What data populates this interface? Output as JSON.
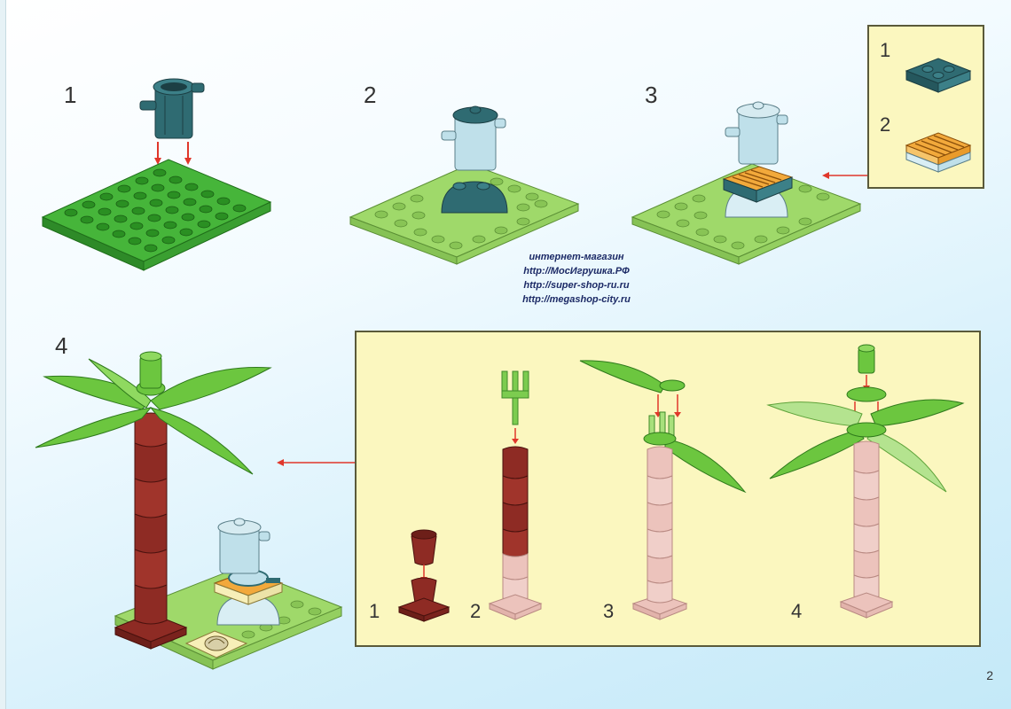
{
  "steps": {
    "s1": "1",
    "s2": "2",
    "s3": "3",
    "s4": "4"
  },
  "inset_top": {
    "n1": "1",
    "n2": "2"
  },
  "inset_bottom": {
    "n1": "1",
    "n2": "2",
    "n3": "3",
    "n4": "4"
  },
  "watermark": {
    "line1": "интернет-магазин",
    "line2": "http://МосИгрушка.РФ",
    "line3": "http://super-shop-ru.ru",
    "line4": "http://megashop-city.ru"
  },
  "page_number": "2",
  "colors": {
    "baseplate": "#46b53a",
    "baseplate_light": "#9fd96a",
    "bin": "#2f6b72",
    "bin_light": "#bfe0ea",
    "trunk": "#8e2b24",
    "trunk_light": "#ecc3bc",
    "leaf": "#6cc63f",
    "panel": "#fbf7bf",
    "arrow": "#e0372b"
  }
}
